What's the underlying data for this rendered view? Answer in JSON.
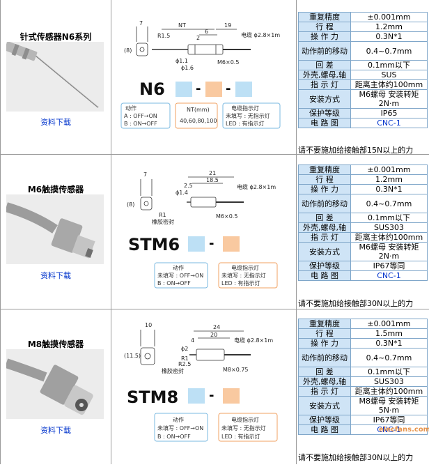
{
  "products": [
    {
      "title": "针式传感器N6系列",
      "download": "资料下载",
      "model": "N6",
      "dims_top": [
        "7",
        "NT",
        "19",
        "6",
        "2"
      ],
      "dims_side": [
        "R1.5",
        "ϕ1.1",
        "ϕ1.6",
        "(8)"
      ],
      "thread": "M6×0.5",
      "cable": "电缆 ϕ2.8×1m",
      "box1": {
        "title": "动作",
        "lines": [
          "A : OFF→ON",
          "B : ON→OFF"
        ]
      },
      "box2": {
        "title": "NT(mm)",
        "lines": [
          "40,60,80,100"
        ]
      },
      "box3": {
        "title": "电缆指示灯",
        "lines": [
          "未填写 : 无指示灯",
          "LED : 有指示灯"
        ]
      },
      "specs": [
        {
          "k": "重复精度",
          "v": "±0.001mm"
        },
        {
          "k": "行 程",
          "v": "1.2mm"
        },
        {
          "k": "操 作 力",
          "v": "0.3N*1"
        },
        {
          "k": "动作前的移动",
          "v": "0.4~0.7mm"
        },
        {
          "k": "回 差",
          "v": "0.1mm以下"
        },
        {
          "k": "外壳,螺母,轴",
          "v": "SUS"
        },
        {
          "k": "指 示 灯",
          "v": "距离主体约100mm"
        },
        {
          "k": "安装方式",
          "v": "M6螺母 安装转矩 2N·m"
        },
        {
          "k": "保护等级",
          "v": "IP65"
        },
        {
          "k": "电 路 图",
          "v": "CNC-1"
        }
      ],
      "warning": "请不要施加给接触部15N以上的力"
    },
    {
      "title": "M6触摸传感器",
      "download": "资料下载",
      "model": "STM6",
      "dims_top": [
        "7",
        "21",
        "18.5",
        "2.5"
      ],
      "dims_side": [
        "R1",
        "ϕ1.4",
        "(8)",
        "橡胶密封"
      ],
      "thread": "M6×0.5",
      "cable": "电缆 ϕ2.8×1m",
      "box1": {
        "title": "动作",
        "lines": [
          "未填写 : OFF→ON",
          "B : ON→OFF"
        ]
      },
      "box3": {
        "title": "电缆指示灯",
        "lines": [
          "未填写 : 无指示灯",
          "LED : 有指示灯"
        ]
      },
      "specs": [
        {
          "k": "重复精度",
          "v": "±0.001mm"
        },
        {
          "k": "行 程",
          "v": "1.2mm"
        },
        {
          "k": "操 作 力",
          "v": "0.3N*1"
        },
        {
          "k": "动作前的移动",
          "v": "0.4~0.7mm"
        },
        {
          "k": "回 差",
          "v": "0.1mm以下"
        },
        {
          "k": "外壳,螺母,轴",
          "v": "SUS303"
        },
        {
          "k": "指 示 灯",
          "v": "距离主体约100mm"
        },
        {
          "k": "安装方式",
          "v": "M6螺母 安装转矩 2N·m"
        },
        {
          "k": "保护等级",
          "v": "IP67等同"
        },
        {
          "k": "电 路 图",
          "v": "CNC-1"
        }
      ],
      "warning": "请不要施加给接触部30N以上的力"
    },
    {
      "title": "M8触摸传感器",
      "download": "资料下载",
      "model": "STM8",
      "dims_top": [
        "10",
        "24",
        "20",
        "4"
      ],
      "dims_side": [
        "R2.5",
        "ϕ2",
        "(11.5)",
        "R1",
        "橡胶密封"
      ],
      "thread": "M8×0.75",
      "cable": "电缆 ϕ2.8×1m",
      "box1": {
        "title": "动作",
        "lines": [
          "未填写 : OFF→ON",
          "B : ON→OFF"
        ]
      },
      "box3": {
        "title": "电缆指示灯",
        "lines": [
          "未填写 : 无指示灯",
          "LED : 有指示灯"
        ]
      },
      "specs": [
        {
          "k": "重复精度",
          "v": "±0.001mm"
        },
        {
          "k": "行 程",
          "v": "1.5mm"
        },
        {
          "k": "操 作 力",
          "v": "0.3N*1"
        },
        {
          "k": "动作前的移动",
          "v": "0.4~0.7mm"
        },
        {
          "k": "回 差",
          "v": "0.1mm以下"
        },
        {
          "k": "外壳,螺母,轴",
          "v": "SUS303"
        },
        {
          "k": "指 示 灯",
          "v": "距离主体约100mm"
        },
        {
          "k": "安装方式",
          "v": "M8螺母 安装转矩 5N·m"
        },
        {
          "k": "保护等级",
          "v": "IP67等同"
        },
        {
          "k": "电 路 图",
          "v": "CNC-1"
        }
      ],
      "warning": "请不要施加给接触部30N以上的力"
    }
  ],
  "watermark": "elecfans.com"
}
